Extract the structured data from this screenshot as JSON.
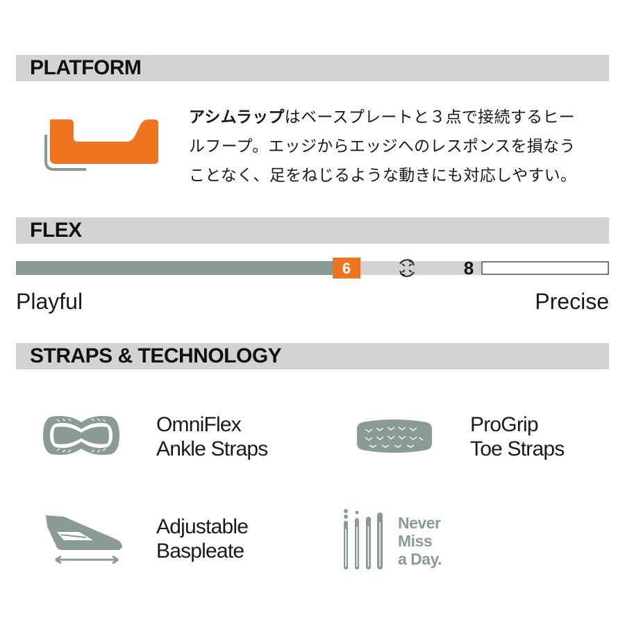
{
  "sections": {
    "platform_title": "PLATFORM",
    "flex_title": "FLEX",
    "straps_title": "STRAPS & TECHNOLOGY"
  },
  "platform": {
    "icon": "asym-wrap-heel-icon",
    "description_bold": "アシムラップ",
    "description_rest_1": "はベースプレートと３点で接続するヒー",
    "description_line_2": "ルフープ。エッジからエッジへのレスポンスを損なう",
    "description_line_3": "ことなく、足をねじるような動きにも対応しやすい。"
  },
  "flex": {
    "value": "6",
    "value_max": "8",
    "label_left": "Playful",
    "label_right": "Precise",
    "icon": "adjustable-cycle-icon"
  },
  "technology": {
    "items": [
      {
        "icon": "omniflex-ankle-strap-icon",
        "line1": "OmniFlex",
        "line2": "Ankle Straps"
      },
      {
        "icon": "progrip-toe-strap-icon",
        "line1": "ProGrip",
        "line2": "Toe Straps"
      },
      {
        "icon": "adjustable-baseplate-icon",
        "line1": "Adjustable",
        "line2": "Baspleate"
      },
      {
        "icon": "never-miss-a-day-icon",
        "line1": "Never",
        "line2": "Miss",
        "line3": "a Day."
      }
    ]
  },
  "colors": {
    "accent": "#f07322",
    "gray_bar": "#d3d3d3",
    "meter_fill": "#8a9a94",
    "icon_gray": "#8a9a94"
  }
}
